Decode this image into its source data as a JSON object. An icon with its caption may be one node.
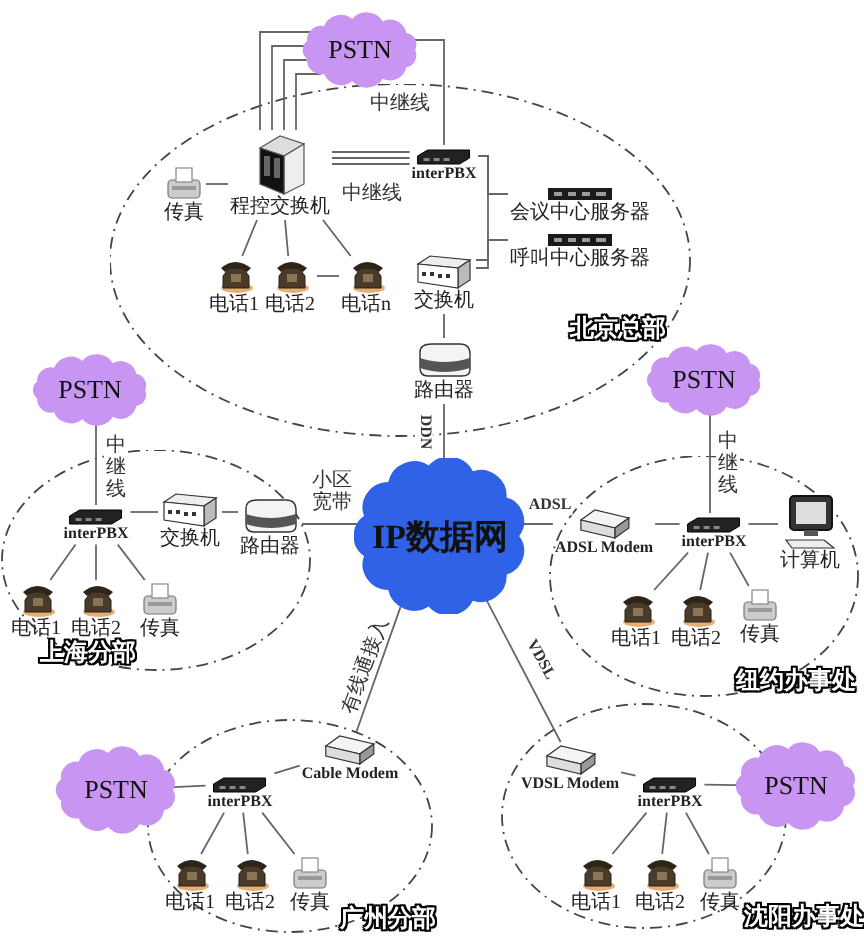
{
  "diagram": {
    "nodes": [
      {
        "text": [
          "北京总部"
        ]
      },
      {
        "text": [
          "PSTN"
        ]
      },
      {
        "text": [
          "程控交换机"
        ],
        "in": 0
      },
      {
        "text": [
          "传真"
        ],
        "in": 0
      },
      {
        "text": [
          "电话1"
        ],
        "in": 0
      },
      {
        "text": [
          "电话2"
        ],
        "in": 0
      },
      {
        "text": [
          "电话n"
        ],
        "in": 0
      },
      {
        "text": [
          "interPBX"
        ],
        "in": 0
      },
      {
        "text": [
          "会议中心服务器"
        ],
        "in": 0
      },
      {
        "text": [
          "呼叫中心服务器"
        ],
        "in": 0
      },
      {
        "text": [
          "交换机"
        ],
        "in": 0
      },
      {
        "text": [
          "路由器"
        ],
        "in": 0
      },
      {
        "text": [
          "上海分部"
        ]
      },
      {
        "text": [
          "PSTN"
        ]
      },
      {
        "text": [
          "interPBX"
        ],
        "in": 12
      },
      {
        "text": [
          "交换机"
        ],
        "in": 12
      },
      {
        "text": [
          "路由器"
        ],
        "in": 12
      },
      {
        "text": [
          "电话1"
        ],
        "in": 12
      },
      {
        "text": [
          "电话2"
        ],
        "in": 12
      },
      {
        "text": [
          "传真"
        ],
        "in": 12
      },
      {
        "text": [
          "IP数据网"
        ]
      },
      {
        "text": [
          "纽约办事处"
        ]
      },
      {
        "text": [
          "PSTN"
        ]
      },
      {
        "text": [
          "ADSL Modem"
        ],
        "in": 21
      },
      {
        "text": [
          "interPBX"
        ],
        "in": 21
      },
      {
        "text": [
          "计算机"
        ],
        "in": 21
      },
      {
        "text": [
          "电话1"
        ],
        "in": 21
      },
      {
        "text": [
          "电话2"
        ],
        "in": 21
      },
      {
        "text": [
          "传真"
        ],
        "in": 21
      },
      {
        "text": [
          "广州分部"
        ]
      },
      {
        "text": [
          "PSTN"
        ]
      },
      {
        "text": [
          "interPBX"
        ],
        "in": 29
      },
      {
        "text": [
          "Cable Modem"
        ],
        "in": 29
      },
      {
        "text": [
          "电话1"
        ],
        "in": 29
      },
      {
        "text": [
          "电话2"
        ],
        "in": 29
      },
      {
        "text": [
          "传真"
        ],
        "in": 29
      },
      {
        "text": [
          "沈阳办事处"
        ]
      },
      {
        "text": [
          "PSTN"
        ]
      },
      {
        "text": [
          "VDSL Modem"
        ],
        "in": 36
      },
      {
        "text": [
          "interPBX"
        ],
        "in": 36
      },
      {
        "text": [
          "电话1"
        ],
        "in": 36
      },
      {
        "text": [
          "电话2"
        ],
        "in": 36
      },
      {
        "text": [
          "传真"
        ],
        "in": 36
      }
    ],
    "edges": [
      {
        "from": 1,
        "to": 2,
        "arrow": "none"
      },
      {
        "from": 1,
        "to": 2,
        "arrow": "none"
      },
      {
        "from": 1,
        "to": 2,
        "arrow": "none"
      },
      {
        "from": 1,
        "to": 2,
        "arrow": "none"
      },
      {
        "from": 2,
        "to": 7,
        "arrow": "none"
      },
      {
        "from": 2,
        "to": 7,
        "arrow": "none"
      },
      {
        "from": 2,
        "to": 7,
        "arrow": "none",
        "label": "中继线"
      },
      {
        "from": 1,
        "to": 7,
        "arrow": "none",
        "label": "中继线"
      },
      {
        "from": 7,
        "to": 8,
        "arrow": "none"
      },
      {
        "from": 7,
        "to": 10,
        "arrow": "none"
      },
      {
        "from": 10,
        "to": 9,
        "arrow": "none"
      },
      {
        "from": 10,
        "to": 11,
        "arrow": "none"
      },
      {
        "from": 11,
        "to": 20,
        "arrow": "none",
        "label": "DDN"
      },
      {
        "from": 2,
        "to": 3,
        "arrow": "none"
      },
      {
        "from": 2,
        "to": 4,
        "arrow": "none"
      },
      {
        "from": 2,
        "to": 5,
        "arrow": "none"
      },
      {
        "from": 2,
        "to": 6,
        "arrow": "none"
      },
      {
        "from": 5,
        "to": 6,
        "arrow": "none"
      },
      {
        "from": 13,
        "to": 14,
        "arrow": "none",
        "label": "中继线"
      },
      {
        "from": 14,
        "to": 15,
        "arrow": "none"
      },
      {
        "from": 15,
        "to": 16,
        "arrow": "none"
      },
      {
        "from": 16,
        "to": 20,
        "arrow": "none",
        "label": "小区宽带"
      },
      {
        "from": 14,
        "to": 17,
        "arrow": "none"
      },
      {
        "from": 14,
        "to": 18,
        "arrow": "none"
      },
      {
        "from": 14,
        "to": 19,
        "arrow": "none"
      },
      {
        "from": 20,
        "to": 23,
        "arrow": "none",
        "label": "ADSL"
      },
      {
        "from": 23,
        "to": 24,
        "arrow": "none"
      },
      {
        "from": 24,
        "to": 25,
        "arrow": "none"
      },
      {
        "from": 22,
        "to": 24,
        "arrow": "none",
        "label": "中继线"
      },
      {
        "from": 24,
        "to": 26,
        "arrow": "none"
      },
      {
        "from": 24,
        "to": 27,
        "arrow": "none"
      },
      {
        "from": 24,
        "to": 28,
        "arrow": "none"
      },
      {
        "from": 20,
        "to": 32,
        "arrow": "none",
        "label": "有线通接入"
      },
      {
        "from": 32,
        "to": 31,
        "arrow": "none"
      },
      {
        "from": 30,
        "to": 31,
        "arrow": "none"
      },
      {
        "from": 31,
        "to": 33,
        "arrow": "none"
      },
      {
        "from": 31,
        "to": 34,
        "arrow": "none"
      },
      {
        "from": 31,
        "to": 35,
        "arrow": "none"
      },
      {
        "from": 20,
        "to": 38,
        "arrow": "none",
        "label": "VDSL"
      },
      {
        "from": 38,
        "to": 39,
        "arrow": "none"
      },
      {
        "from": 37,
        "to": 39,
        "arrow": "none"
      },
      {
        "from": 39,
        "to": 40,
        "arrow": "none"
      },
      {
        "from": 39,
        "to": 41,
        "arrow": "none"
      },
      {
        "from": 39,
        "to": 42,
        "arrow": "none"
      }
    ]
  }
}
